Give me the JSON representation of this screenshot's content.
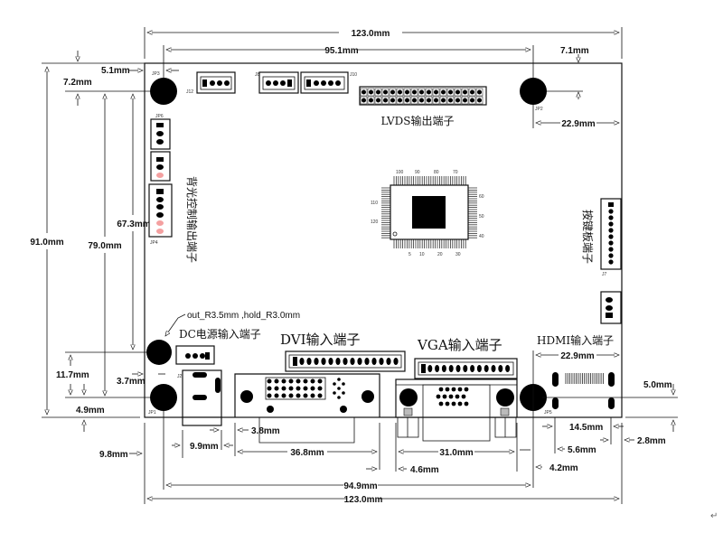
{
  "labels": {
    "lvds": "LVDS输出端子",
    "backlight": "背光控制输出端子",
    "keypad": "按键板端子",
    "dc": "DC电源输入端子",
    "dvi": "DVI输入端子",
    "vga": "VGA输入端子",
    "hdmi": "HDMI输入端子",
    "hole_note": "out_R3.5mm ,hold_R3.0mm"
  },
  "dimensions": {
    "top_width": "123.0mm",
    "hole_span_top": "95.1mm",
    "top_right_offset": "7.1mm",
    "top_left_offset": "5.1mm",
    "top_hole_vertical": "7.2mm",
    "right_hole_offset": "22.9mm",
    "height": "91.0mm",
    "h79": "79.0mm",
    "h67": "67.3mm",
    "h11": "11.7mm",
    "h3_7": "3.7mm",
    "h4_9": "4.9mm",
    "left_9_8": "9.8mm",
    "dc_width": "9.9mm",
    "dvi_3_8": "3.8mm",
    "dvi_width": "36.8mm",
    "vga_width": "31.0mm",
    "vga_4_6": "4.6mm",
    "hdmi_width": "22.9mm",
    "hdmi_5_0": "5.0mm",
    "hdmi_14_5": "14.5mm",
    "hdmi_5_6": "5.6mm",
    "hdmi_2_8": "2.8mm",
    "hdmi_4_2": "4.2mm",
    "bottom_hole_span": "94.9mm",
    "bottom_width": "123.0mm"
  },
  "refs": {
    "jp3": "JP3",
    "jp2": "JP2",
    "jp1": "JP1",
    "jp5": "JP5",
    "jp6": "JP6",
    "jp4": "JP4",
    "j12": "J12",
    "j8": "J8",
    "j10": "J10",
    "j7": "J7",
    "j2": "J2"
  },
  "chip_pins": {
    "top": [
      "100",
      "90",
      "80",
      "70"
    ],
    "bottom": [
      "5",
      "10",
      "20",
      "30"
    ],
    "left": [
      "110",
      "120"
    ],
    "right": [
      "60",
      "50",
      "40"
    ]
  }
}
